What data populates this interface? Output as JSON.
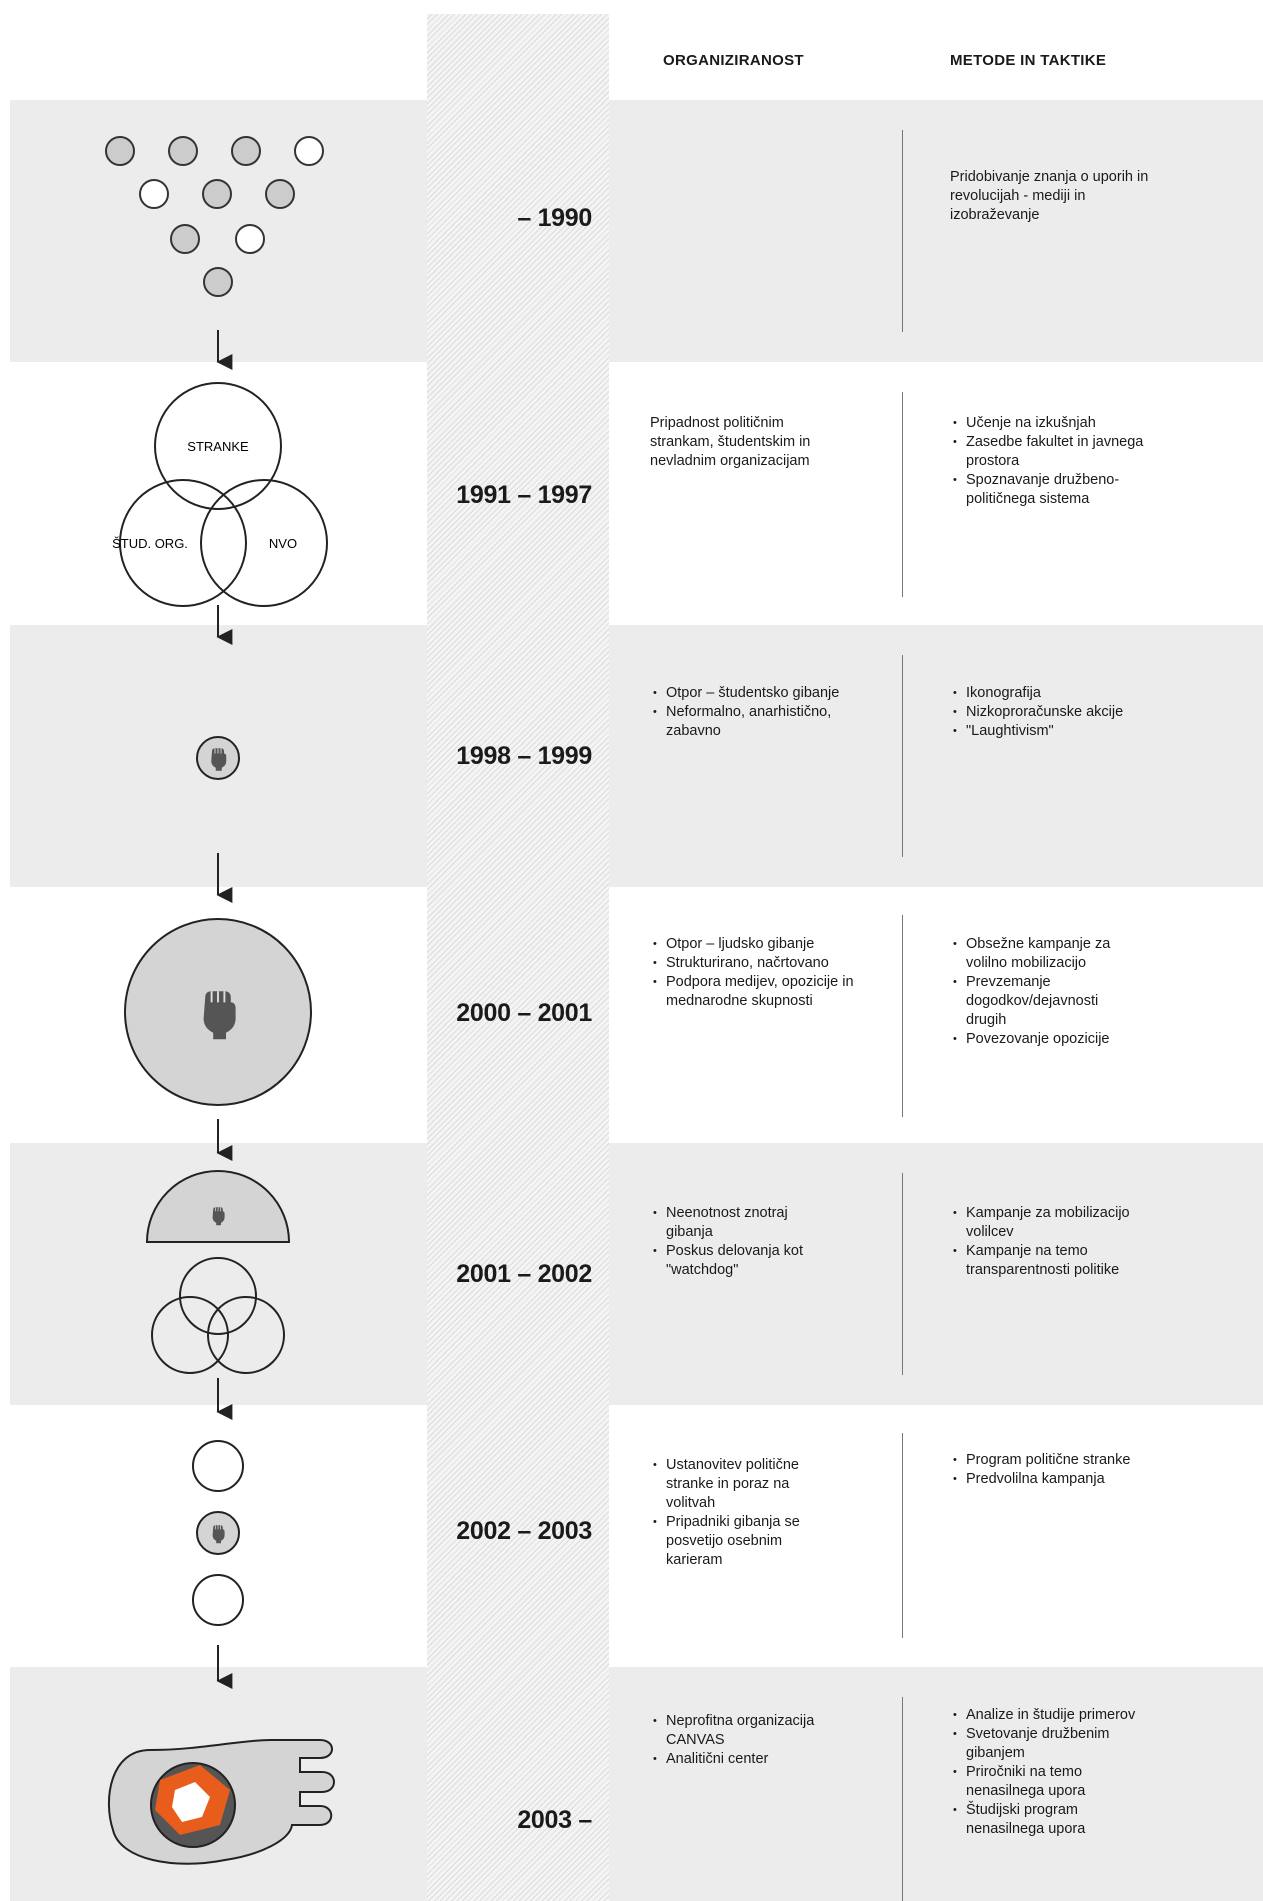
{
  "headers": {
    "organiziranost": "ORGANIZIRANOST",
    "metode": "METODE IN TAKTIKE"
  },
  "diagram_labels": {
    "stranke": "STRANKE",
    "stud_org": "ŠTUD. ORG.",
    "nvo": "NVO"
  },
  "rows": [
    {
      "years": "– 1990",
      "organiziranost_text": "",
      "metode_text": "Pridobivanje znanja o uporih in revolucijah - mediji in izobraževanje"
    },
    {
      "years": "1991 – 1997",
      "organiziranost_text": "Pripadnost političnim strankam, študentskim in nevladnim organizacijam",
      "metode_items": [
        "Učenje na izkušnjah",
        "Zasedbe fakultet in javnega prostora",
        "Spoznavanje družbeno-političnega sistema"
      ]
    },
    {
      "years": "1998 – 1999",
      "organiziranost_items": [
        "Otpor – študentsko gibanje",
        "Neformalno, anarhistično, zabavno"
      ],
      "metode_items": [
        "Ikonografija",
        "Nizkoproračunske akcije",
        "\"Laughtivism\""
      ]
    },
    {
      "years": "2000 – 2001",
      "organiziranost_items": [
        "Otpor – ljudsko gibanje",
        "Strukturirano, načrtovano",
        "Podpora medijev, opozicije in mednarodne skupnosti"
      ],
      "metode_items": [
        "Obsežne kampanje za volilno mobilizacijo",
        "Prevzemanje dogodkov/dejavnosti drugih",
        "Povezovanje opozicije"
      ]
    },
    {
      "years": "2001 – 2002",
      "organiziranost_items": [
        "Neenotnost znotraj gibanja",
        "Poskus delovanja kot \"watchdog\""
      ],
      "metode_items": [
        "Kampanje za mobilizacijo volilcev",
        "Kampanje na temo transparentnosti politike"
      ]
    },
    {
      "years": "2002 – 2003",
      "organiziranost_items": [
        "Ustanovitev politične stranke in poraz na volitvah",
        "Pripadniki gibanja se posvetijo osebnim karieram"
      ],
      "metode_items": [
        "Program politične stranke",
        "Predvolilna kampanja"
      ]
    },
    {
      "years": "2003 –",
      "organiziranost_items": [
        "Neprofitna organizacija CANVAS",
        "Analitični center"
      ],
      "metode_items": [
        "Analize in študije primerov",
        "Svetovanje družbenim gibanjem",
        "Priročniki na temo nenasilnega upora",
        "Študijski program nenasilnega upora"
      ]
    }
  ]
}
